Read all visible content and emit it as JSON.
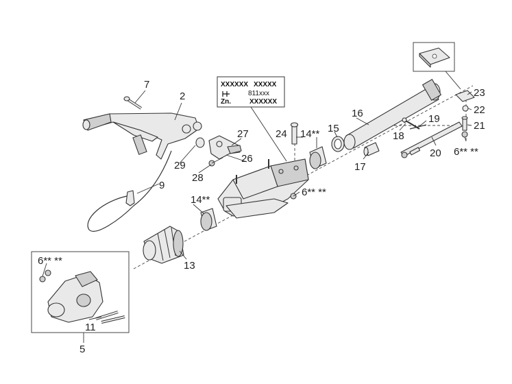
{
  "labels": {
    "p2": "2",
    "p5": "5",
    "p6a": "6** **",
    "p6b": "6** **",
    "p6c": "6** **",
    "p7": "7",
    "p9": "9",
    "p11": "11",
    "p13": "13",
    "p14a": "14**",
    "p14b": "14**",
    "p15": "15",
    "p16": "16",
    "p17": "17",
    "p18": "18",
    "p19": "19",
    "p20": "20",
    "p21": "21",
    "p22": "22",
    "p23": "23",
    "p24": "24",
    "p26": "26",
    "p27": "27",
    "p28": "28",
    "p29": "29"
  },
  "plate": {
    "line1_left": "XXXXXX",
    "line1_right": "XXXXX",
    "line2_right": "811xxx",
    "line3_left": "Zn.",
    "line3_right": "XXXXXX"
  }
}
